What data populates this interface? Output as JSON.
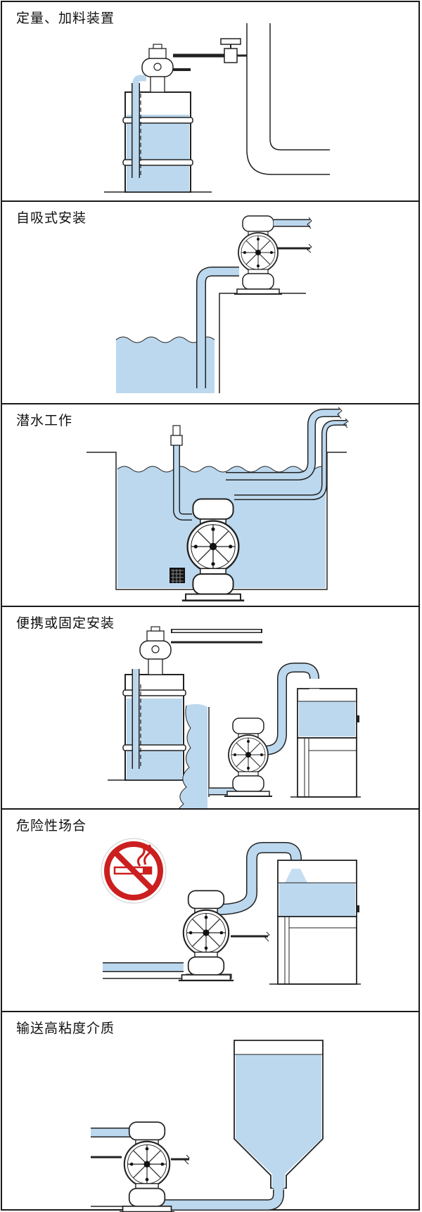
{
  "colors": {
    "water": "#bcd8ee",
    "line": "#222222",
    "sign_red": "#cc1f1f"
  },
  "panels": [
    {
      "title": "定量、加料装置"
    },
    {
      "title": "自吸式安装"
    },
    {
      "title": "潜水工作"
    },
    {
      "title": "便携或固定安装"
    },
    {
      "title": "危险性场合"
    },
    {
      "title": "输送高粘度介质"
    }
  ],
  "icons": {
    "no_smoking": "no-smoking-icon"
  }
}
